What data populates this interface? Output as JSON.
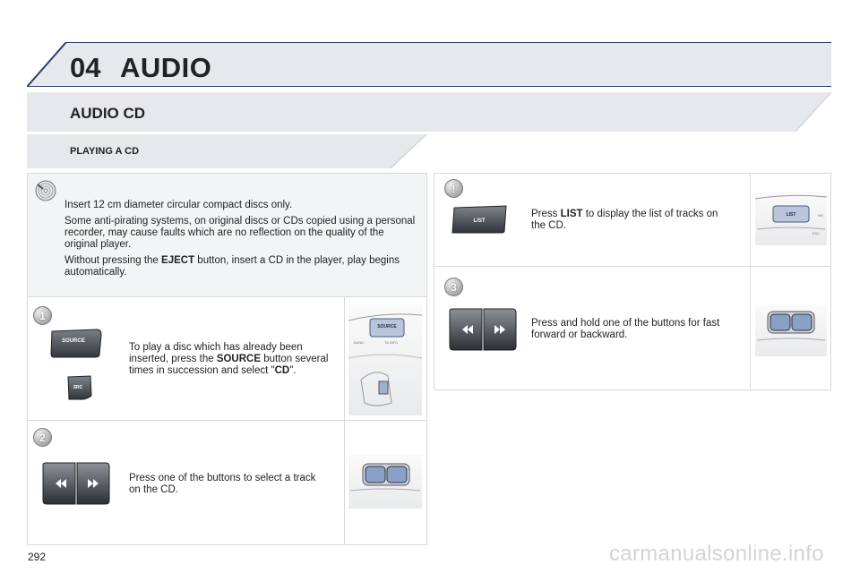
{
  "chapter": {
    "number": "04",
    "title": "AUDIO"
  },
  "section": {
    "title": "AUDIO CD"
  },
  "subsection": {
    "title": "PLAYING A CD"
  },
  "intro": {
    "line1": "Insert 12 cm diameter circular compact discs only.",
    "line2": "Some anti-pirating systems, on original discs or CDs copied using a personal recorder, may cause faults which are no reflection on the quality of the original player.",
    "line3_pre": "Without pressing the ",
    "line3_bold": "EJECT",
    "line3_post": " button, insert a CD in the player, play begins automatically."
  },
  "step1": {
    "badge": "1",
    "pre": "To play a disc which has already been inserted, press the ",
    "bold": "SOURCE",
    "mid": " button several times in succession and select \"",
    "bold2": "CD",
    "post": "\".",
    "button_label": "SOURCE",
    "button_label2": "SRC",
    "thumb_labels": [
      "SOURCE",
      "BAND",
      "TA INFO"
    ]
  },
  "step2": {
    "badge": "2",
    "text": "Press one of the buttons to select a track on the CD."
  },
  "list_step": {
    "badge": "!",
    "pre": "Press ",
    "bold": "LIST",
    "post": " to display the list of tracks on the CD.",
    "button_label": "LIST",
    "thumb_labels": [
      "LIST",
      "ME",
      "ESC"
    ]
  },
  "step3": {
    "badge": "3",
    "text": "Press and hold one of the buttons for fast forward or backward."
  },
  "icons": [
    "cd-icon",
    "rewind-icon",
    "fast-forward-icon"
  ],
  "colors": {
    "band": "#e4e7ea",
    "band_edge": "#2e3e6a",
    "panel_border": "#d6d9dd",
    "intro_bg": "#f3f4f6"
  },
  "page_number": "292",
  "watermark": "carmanualsonline.info"
}
